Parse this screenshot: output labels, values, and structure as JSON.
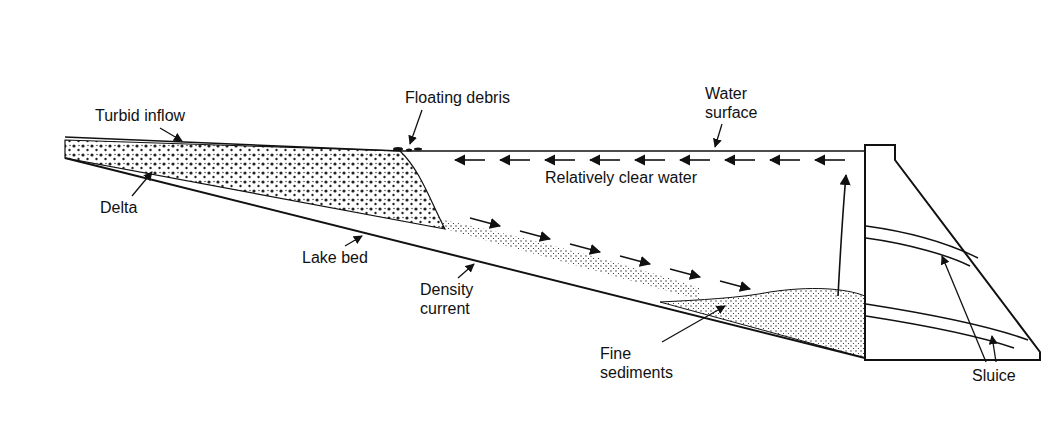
{
  "diagram": {
    "labels": [
      "Turbid inflow",
      "Floating debris",
      "Water surface",
      "Delta",
      "Relatively clear water",
      "Lake bed",
      "Density current",
      "Fine sediments",
      "Sluice"
    ]
  }
}
